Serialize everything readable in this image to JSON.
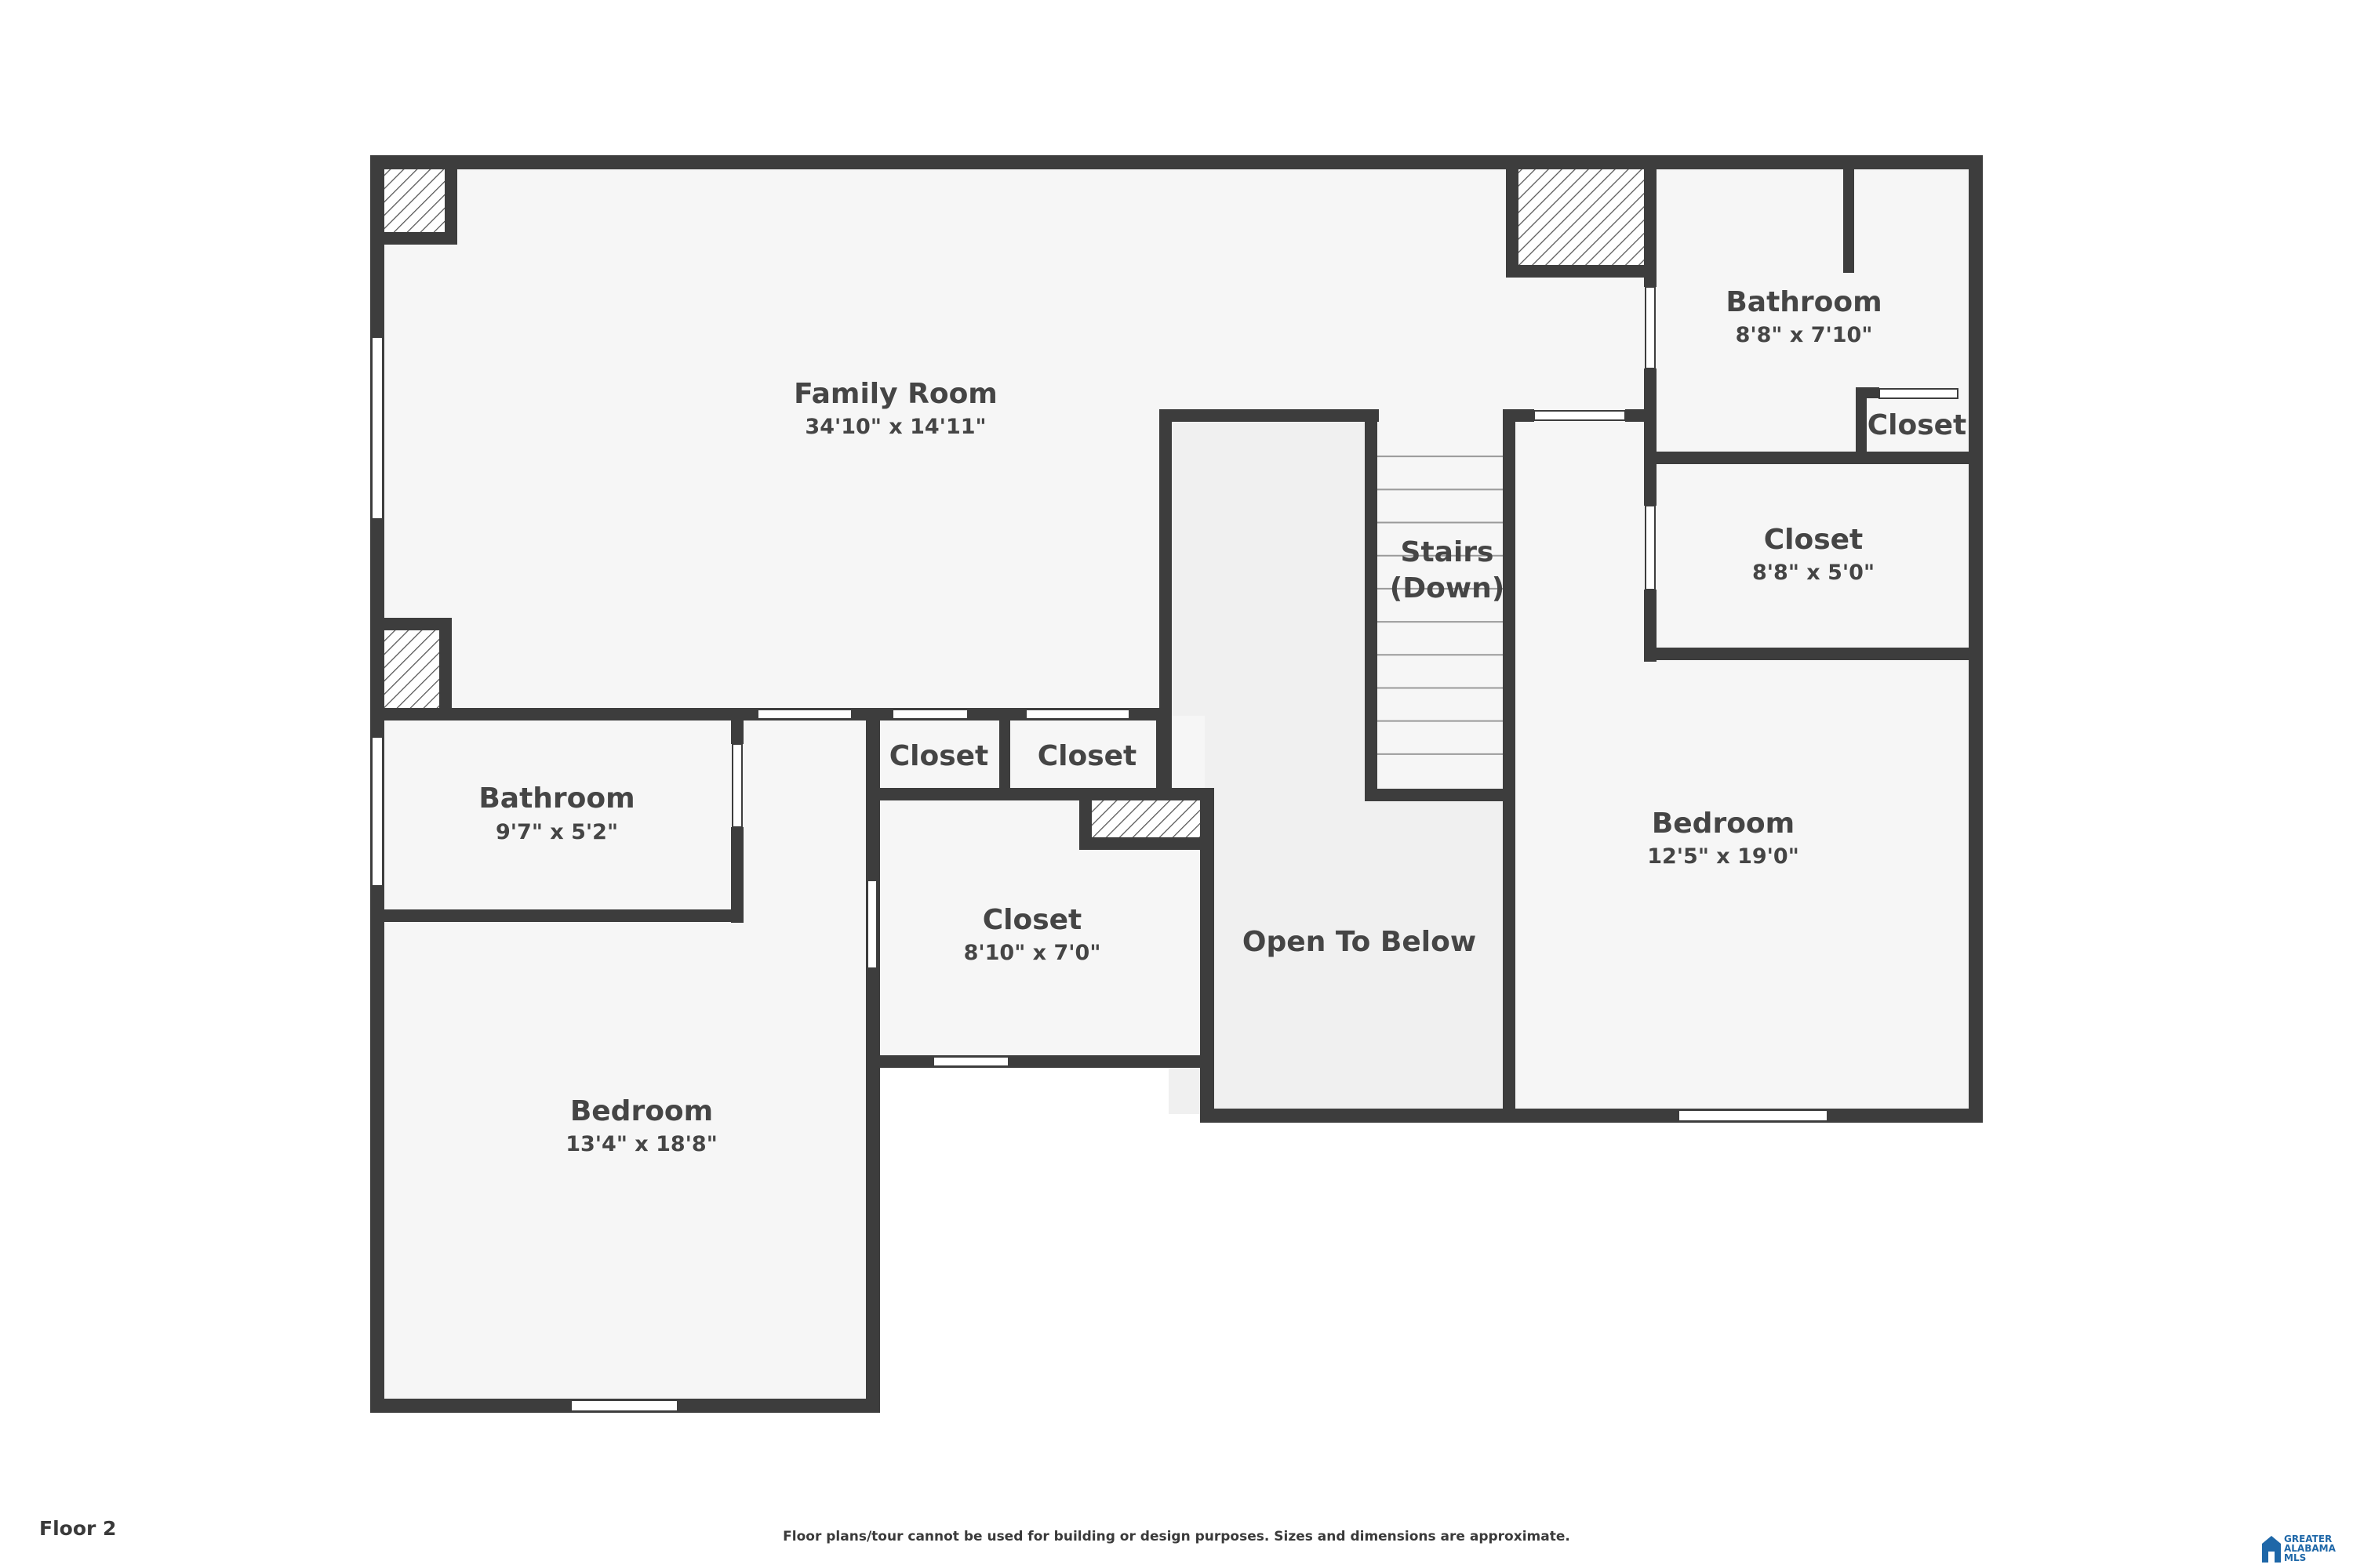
{
  "floor_label": "Floor 2",
  "disclaimer": "Floor plans/tour cannot be used for building or design purposes. Sizes and dimensions are approximate.",
  "logo_text": "GREATER ALABAMA MLS",
  "colors": {
    "wall": "#3d3d3d",
    "floor": "#f6f6f6",
    "open_area": "#f0f0f0",
    "text": "#454545",
    "logo": "#1e67a8"
  },
  "rooms": {
    "family_room": {
      "name": "Family Room",
      "dims": "34'10\" x 14'11\""
    },
    "bathroom_top_right": {
      "name": "Bathroom",
      "dims": "8'8\" x 7'10\""
    },
    "closet_small_right": {
      "name": "Closet"
    },
    "closet_right": {
      "name": "Closet",
      "dims": "8'8\" x 5'0\""
    },
    "stairs": {
      "name": "Stairs",
      "name2": "(Down)"
    },
    "bathroom_left": {
      "name": "Bathroom",
      "dims": "9'7\" x 5'2\""
    },
    "closet_mid_1": {
      "name": "Closet"
    },
    "closet_mid_2": {
      "name": "Closet"
    },
    "closet_mid": {
      "name": "Closet",
      "dims": "8'10\" x 7'0\""
    },
    "open_to_below": {
      "name": "Open To Below"
    },
    "bedroom_right": {
      "name": "Bedroom",
      "dims": "12'5\" x 19'0\""
    },
    "bedroom_left": {
      "name": "Bedroom",
      "dims": "13'4\" x 18'8\""
    }
  }
}
